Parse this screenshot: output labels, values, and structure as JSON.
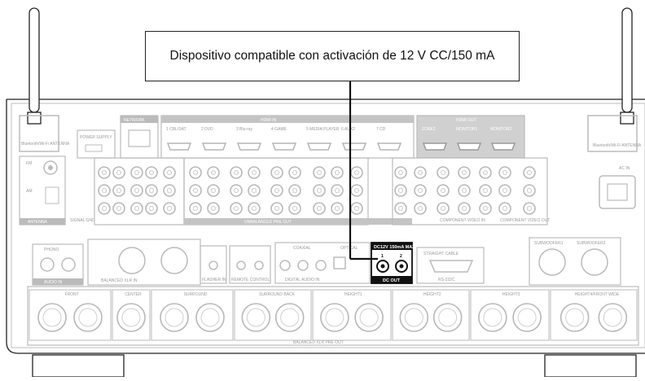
{
  "callout": {
    "text": "Dispositivo compatible con activación de 12 V CC/150 mA"
  },
  "panel": {
    "network": "NETWORK",
    "hdmi_in": "HDMI IN",
    "hdmi_out": "HDMI OUT",
    "antenna_left": "Bluetooth/Wi-Fi ANTENNA",
    "antenna_right": "Bluetooth/Wi-Fi ANTENNA",
    "power_supply": "POWER SUPPLY",
    "fm": "FM",
    "am": "AM",
    "antenna": "ANTENNA",
    "signal_gnd": "SIGNAL GND",
    "phono": "PHONO",
    "audio_in": "AUDIO IN",
    "balanced_xlr_in": "BALANCED XLR IN",
    "flasher_in": "FLASHER IN",
    "remote_control": "REMOTE CONTROL",
    "digital_audio_in": "DIGITAL AUDIO IN",
    "coaxial": "COAXIAL",
    "optical": "OPTICAL",
    "dc_out_header": "DC12V 150mA MAX.",
    "dc_out": "DC OUT",
    "dc_pin1": "1",
    "dc_pin2": "2",
    "straight_cable": "STRAIGHT CABLE",
    "rs232c": "RS-232C",
    "ac_in": "AC IN",
    "unbalanced_pre_out": "UNBALANCED PRE OUT",
    "component_video_in": "COMPONENT VIDEO IN",
    "component_video_out": "COMPONENT VIDEO OUT",
    "subwoofer1": "SUBWOOFER1",
    "subwoofer2": "SUBWOOFER2",
    "balanced_xlr_pre_out": "BALANCED XLR PRE OUT",
    "hdmi_inputs": [
      "1 CBL/SAT",
      "2 DVD",
      "3 Blu-ray",
      "4 GAME",
      "5 MEDIA PLAYER",
      "6 AUX2",
      "7 CD"
    ],
    "hdmi_outputs": [
      "ZONE2",
      "MONITOR1",
      "MONITOR2"
    ],
    "xlr_groups": [
      "FRONT",
      "CENTER",
      "SURROUND",
      "SURROUND BACK",
      "HEIGHT1",
      "HEIGHT2",
      "HEIGHT3",
      "HEIGHT4/FRONT WIDE"
    ]
  }
}
